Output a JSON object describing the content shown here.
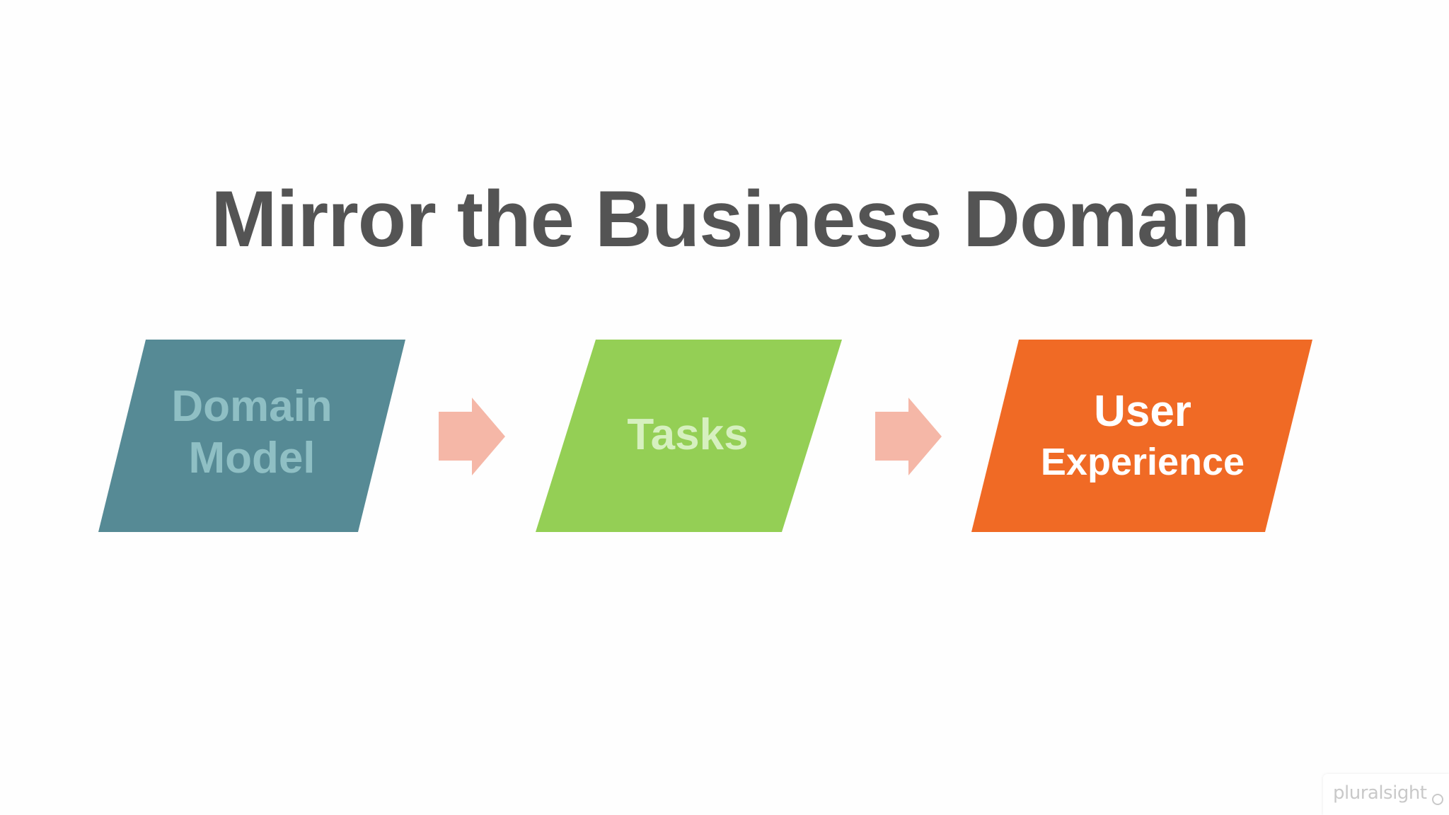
{
  "slide": {
    "title": "Mirror the Business Domain"
  },
  "flow": {
    "steps": [
      {
        "lines": [
          "Domain",
          "Model"
        ],
        "color": "#568a95",
        "text_color": "#8fbfc4"
      },
      {
        "lines": [
          "Tasks"
        ],
        "color": "#94cf55",
        "text_color": "#d6f0bf"
      },
      {
        "lines": [
          "User",
          "Experience"
        ],
        "color": "#f06a25",
        "text_color": "#ffffff"
      }
    ],
    "arrow_color": "#f5b7a7",
    "arrows": [
      "arrow-right-icon",
      "arrow-right-icon"
    ]
  },
  "brand": {
    "name": "pluralsight",
    "icon": "play-circle-icon"
  }
}
